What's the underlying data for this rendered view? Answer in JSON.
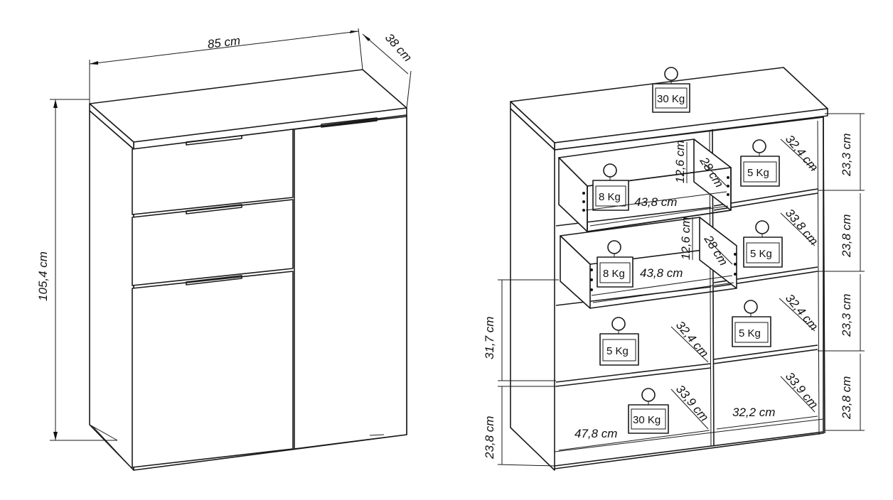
{
  "dimensions": {
    "width": "85 cm",
    "depth": "38 cm",
    "height": "105,4 cm",
    "drawer_front_height": "12,6 cm",
    "drawer_depth": "28 cm",
    "drawer_width": "43,8 cm",
    "lower_section_height": "31,7 cm",
    "bottom_section_height": "23,8 cm",
    "right_shelf_1_height": "23,3 cm",
    "right_shelf_2_height": "23,8 cm",
    "right_shelf_3_height": "23,3 cm",
    "right_shelf_4_height": "23,8 cm",
    "shelf_depth_a": "32,4 cm",
    "shelf_depth_b": "33,8 cm",
    "shelf_depth_c": "32,4 cm",
    "shelf_depth_d": "32,4 cm",
    "shelf_depth_e": "33,9 cm",
    "shelf_depth_f": "33,9 cm",
    "bottom_left_width": "47,8 cm",
    "bottom_right_width": "32,2 cm"
  },
  "loads": {
    "top": "30 Kg",
    "drawer_1": "8 Kg",
    "drawer_2": "8 Kg",
    "shelf_right_1": "5 Kg",
    "shelf_right_2": "5 Kg",
    "shelf_right_3": "5 Kg",
    "shelf_left_lower": "5 Kg",
    "bottom": "30 Kg"
  },
  "icons": [
    "weight-icon"
  ]
}
